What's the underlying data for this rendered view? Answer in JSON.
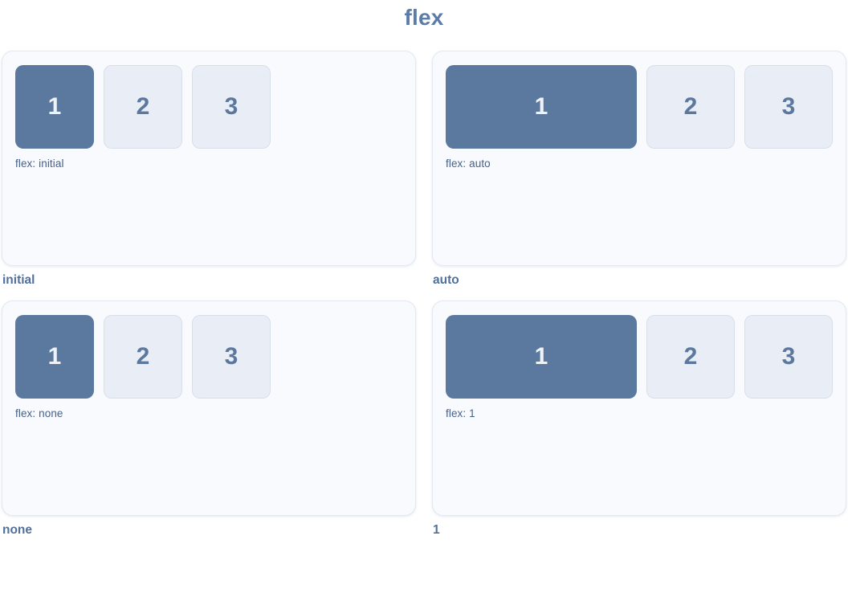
{
  "title": "flex",
  "colors": {
    "accent_box": "#5b789f",
    "light_box": "#e9edf5",
    "panel_background": "#f9fafd",
    "title_text": "#5b7ca8",
    "caption_text": "#51709c",
    "label_text": "#46618a"
  },
  "panels": [
    {
      "caption": "initial",
      "flex_value": "initial",
      "label": "flex: initial",
      "boxes": [
        "1",
        "2",
        "3"
      ]
    },
    {
      "caption": "auto",
      "flex_value": "auto",
      "label": "flex: auto",
      "boxes": [
        "1",
        "2",
        "3"
      ]
    },
    {
      "caption": "none",
      "flex_value": "none",
      "label": "flex: none",
      "boxes": [
        "1",
        "2",
        "3"
      ]
    },
    {
      "caption": "1",
      "flex_value": "1",
      "label": "flex: 1",
      "boxes": [
        "1",
        "2",
        "3"
      ]
    }
  ]
}
